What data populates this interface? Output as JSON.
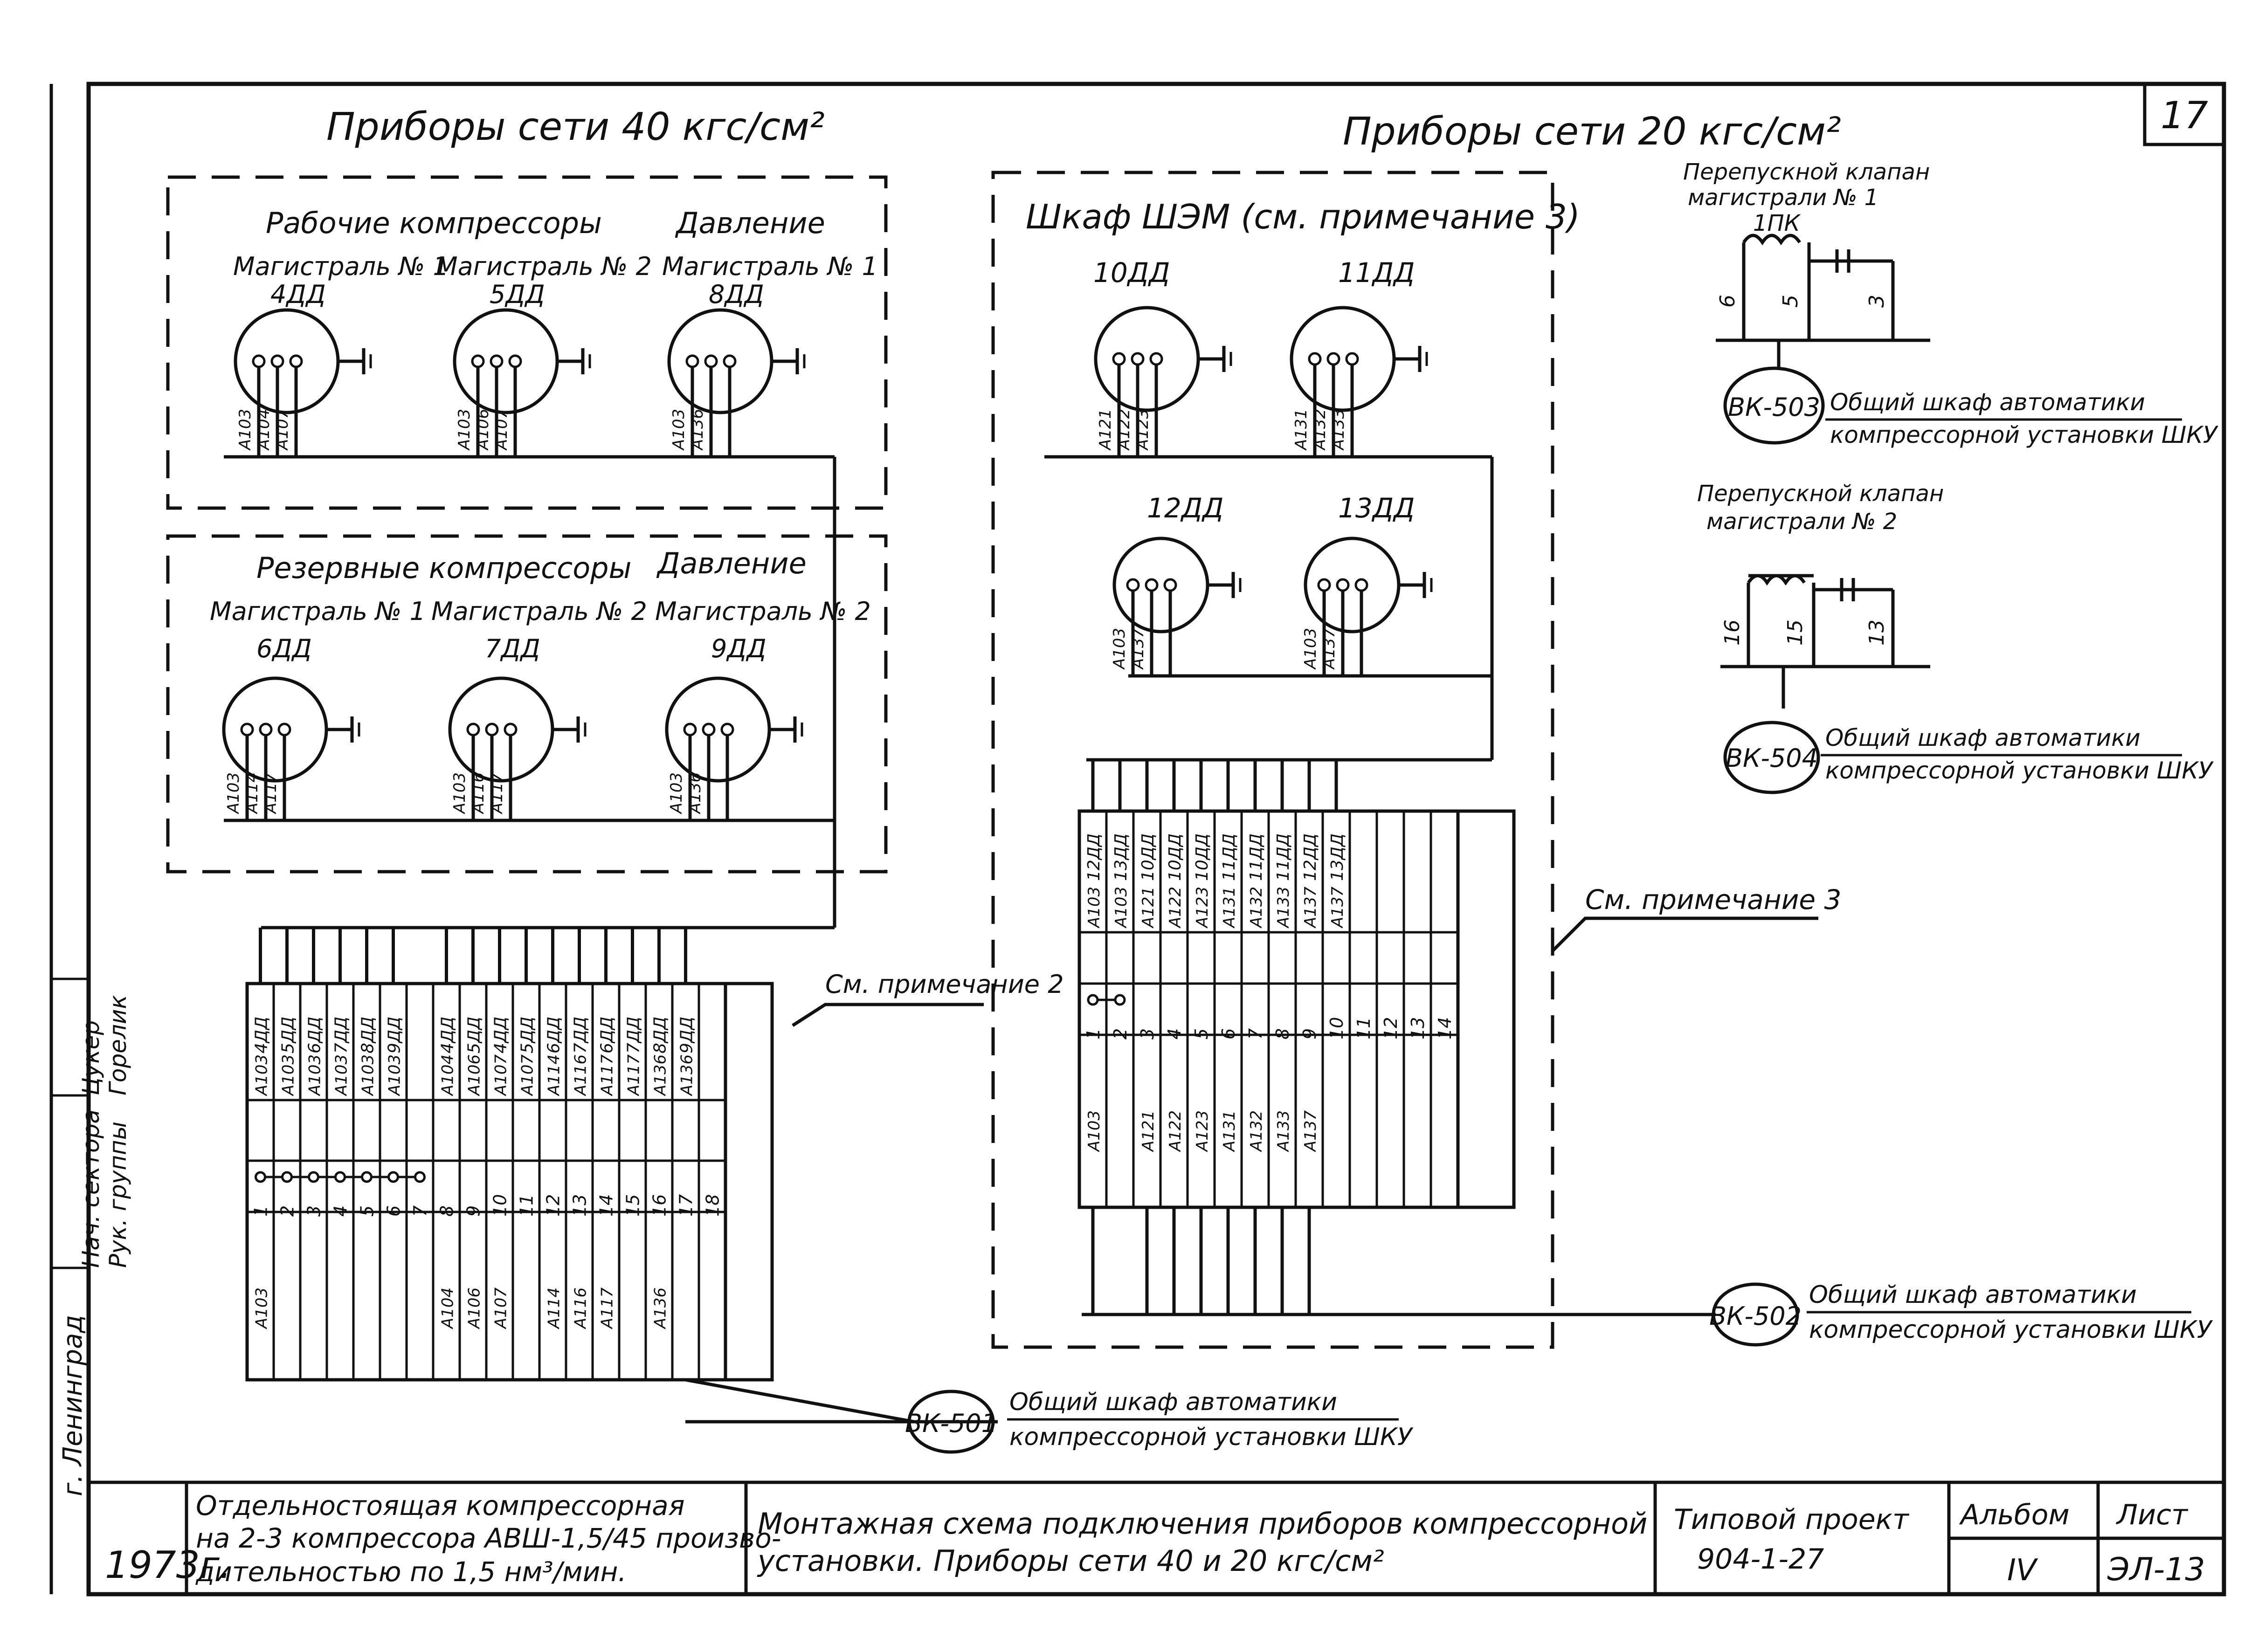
{
  "sheet_number": "17",
  "section_40": {
    "title": "Приборы сети 40 кгс/см²"
  },
  "section_20": {
    "title": "Приборы сети 20 кгс/см²"
  },
  "work_group": {
    "heading": "Рабочие компрессоры",
    "pressure_heading": "Давление",
    "instruments": [
      {
        "line": "Магистраль № 1",
        "tag": "4ДД",
        "wires": [
          "А103",
          "А104",
          "А107"
        ]
      },
      {
        "line": "Магистраль № 2",
        "tag": "5ДД",
        "wires": [
          "А103",
          "А106",
          "А107"
        ]
      },
      {
        "line": "Магистраль № 1",
        "tag": "8ДД",
        "wires": [
          "А103",
          "А136"
        ]
      }
    ]
  },
  "reserve_group": {
    "heading": "Резервные компрессоры",
    "pressure_heading": "Давление",
    "instruments": [
      {
        "line": "Магистраль № 1",
        "tag": "6ДД",
        "wires": [
          "А103",
          "А114",
          "А117"
        ]
      },
      {
        "line": "Магистраль № 2",
        "tag": "7ДД",
        "wires": [
          "А103",
          "А116",
          "А117"
        ]
      },
      {
        "line": "Магистраль № 2",
        "tag": "9ДД",
        "wires": [
          "А103",
          "А136"
        ]
      }
    ]
  },
  "cabinet": {
    "title": "Шкаф ШЭМ (см. примечание 3)",
    "instruments": [
      {
        "tag": "10ДД",
        "wires": [
          "А121",
          "А122",
          "А123"
        ]
      },
      {
        "tag": "11ДД",
        "wires": [
          "А131",
          "А132",
          "А133"
        ]
      },
      {
        "tag": "12ДД",
        "wires": [
          "А103",
          "А137"
        ]
      },
      {
        "tag": "13ДД",
        "wires": [
          "А103",
          "А137"
        ]
      }
    ]
  },
  "terminal_block_left": {
    "top_tags": [
      "4ДД",
      "5ДД",
      "6ДД",
      "7ДД",
      "8ДД",
      "9ДД",
      "",
      "4ДД",
      "5ДД",
      "4ДД",
      "5ДД",
      "6ДД",
      "7ДД",
      "6ДД",
      "7ДД",
      "8ДД",
      "9ДД",
      ""
    ],
    "top_wires": [
      "А103",
      "А103",
      "А103",
      "А103",
      "А103",
      "А103",
      "",
      "А104",
      "А106",
      "А107",
      "А107",
      "А114",
      "А116",
      "А117",
      "А117",
      "А136",
      "А136",
      ""
    ],
    "numbers": [
      "1",
      "2",
      "3",
      "4",
      "5",
      "6",
      "7",
      "8",
      "9",
      "10",
      "11",
      "12",
      "13",
      "14",
      "15",
      "16",
      "17",
      "18"
    ],
    "bottom_wires": [
      "А103",
      "",
      "",
      "",
      "",
      "",
      "",
      "А104",
      "А106",
      "А107",
      "",
      "А114",
      "А116",
      "А117",
      "",
      "А136",
      "",
      ""
    ],
    "note": "См. примечание 2"
  },
  "terminal_block_right": {
    "top_tags": [
      "12ДД",
      "13ДД",
      "10ДД",
      "10ДД",
      "10ДД",
      "11ДД",
      "11ДД",
      "11ДД",
      "12ДД",
      "13ДД",
      "",
      "",
      "",
      ""
    ],
    "top_wires": [
      "А103",
      "А103",
      "А121",
      "А122",
      "А123",
      "А131",
      "А132",
      "А133",
      "А137",
      "А137",
      "",
      "",
      "",
      ""
    ],
    "numbers": [
      "1",
      "2",
      "3",
      "4",
      "5",
      "6",
      "7",
      "8",
      "9",
      "10",
      "11",
      "12",
      "13",
      "14"
    ],
    "bottom_wires": [
      "А103",
      "",
      "А121",
      "А122",
      "А123",
      "А131",
      "А132",
      "А133",
      "А137",
      "",
      "",
      "",
      "",
      ""
    ],
    "note": "См. примечание 3"
  },
  "valves": [
    {
      "title_1": "Перепускной клапан",
      "title_2": "магистрали № 1",
      "tag": "1ПК",
      "wires": [
        "6",
        "5",
        "3"
      ],
      "cabinet": "ВК-503"
    },
    {
      "title_1": "Перепускной клапан",
      "title_2": "магистрали № 2",
      "tag": "",
      "wires": [
        "16",
        "15",
        "13"
      ],
      "cabinet": "ВК-504"
    }
  ],
  "cabinet_caption": {
    "line_1": "Общий шкаф автоматики",
    "line_2": "компрессорной установки ШКУ"
  },
  "cable_labels": {
    "left": "ВК-501",
    "right": "ВК-502"
  },
  "side_stamp": {
    "city": "г. Ленинград",
    "roles": [
      "Рук. группы",
      "Нач. сектора"
    ],
    "names": [
      "Горелик",
      "Цукер"
    ]
  },
  "title_block": {
    "year": "1973г.",
    "object_1": "Отдельностоящая компрессорная",
    "object_2": "на 2-3 компрессора АВШ-1,5/45 произво-",
    "object_3": "дительностью по 1,5 нм³/мин.",
    "drawing_1": "Монтажная схема подключения приборов компрессорной",
    "drawing_2": "установки. Приборы сети 40 и 20 кгс/см²",
    "project_label": "Типовой проект",
    "project_number": "904-1-27",
    "album_label": "Альбом",
    "album_value": "IV",
    "sheet_label": "Лист",
    "sheet_value": "ЭЛ-13"
  }
}
